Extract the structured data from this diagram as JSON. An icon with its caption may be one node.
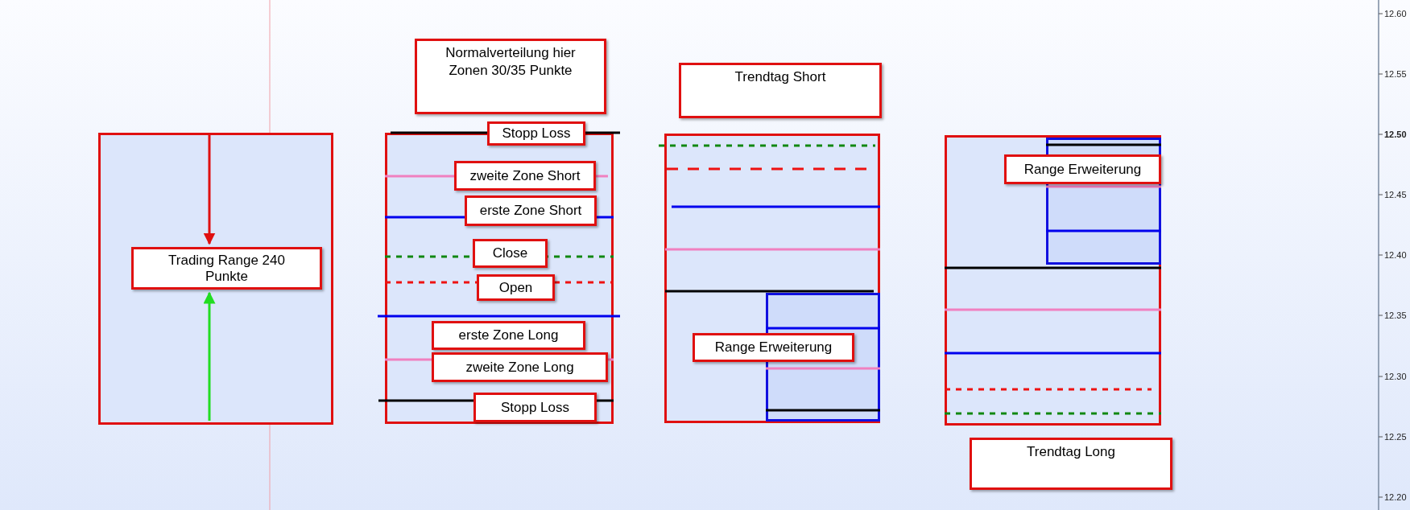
{
  "diagram": {
    "nodes": [
      {
        "text": [],
        "shape": "box"
      },
      {
        "text": [
          "Trading Range 240 Punkte"
        ],
        "in": 0
      },
      {
        "text": [
          "Normalverteilung hier Zonen 30/35 Punkte"
        ]
      },
      {
        "text": [],
        "shape": "box"
      },
      {
        "text": [
          "Stopp Loss"
        ]
      },
      {
        "text": [
          "zweite Zone Short"
        ],
        "in": 3
      },
      {
        "text": [
          "erste Zone Short"
        ],
        "in": 3
      },
      {
        "text": [
          "Close"
        ],
        "in": 3
      },
      {
        "text": [
          "Open"
        ],
        "in": 3
      },
      {
        "text": [
          "erste Zone Long"
        ],
        "in": 3
      },
      {
        "text": [
          "zweite Zone Long"
        ],
        "in": 3
      },
      {
        "text": [
          "Stopp Loss"
        ],
        "in": 3
      },
      {
        "text": [
          "Trendtag Short"
        ]
      },
      {
        "text": [],
        "shape": "box"
      },
      {
        "text": [
          "Range Erweiterung"
        ],
        "in": 13
      },
      {
        "text": [],
        "shape": "box"
      },
      {
        "text": [
          "Range Erweiterung"
        ],
        "in": 15
      },
      {
        "text": [
          "Trendtag Long"
        ]
      }
    ],
    "edges": [
      {
        "from": null,
        "to": 1,
        "arrow": "to",
        "color": "#e01010"
      },
      {
        "from": null,
        "to": 1,
        "arrow": "to",
        "color": "#22dd22"
      }
    ],
    "labels": [
      "12.60",
      "12.55",
      "12.50",
      "12.45",
      "12.40",
      "12.35",
      "12.30",
      "12.25",
      "12.20"
    ]
  }
}
